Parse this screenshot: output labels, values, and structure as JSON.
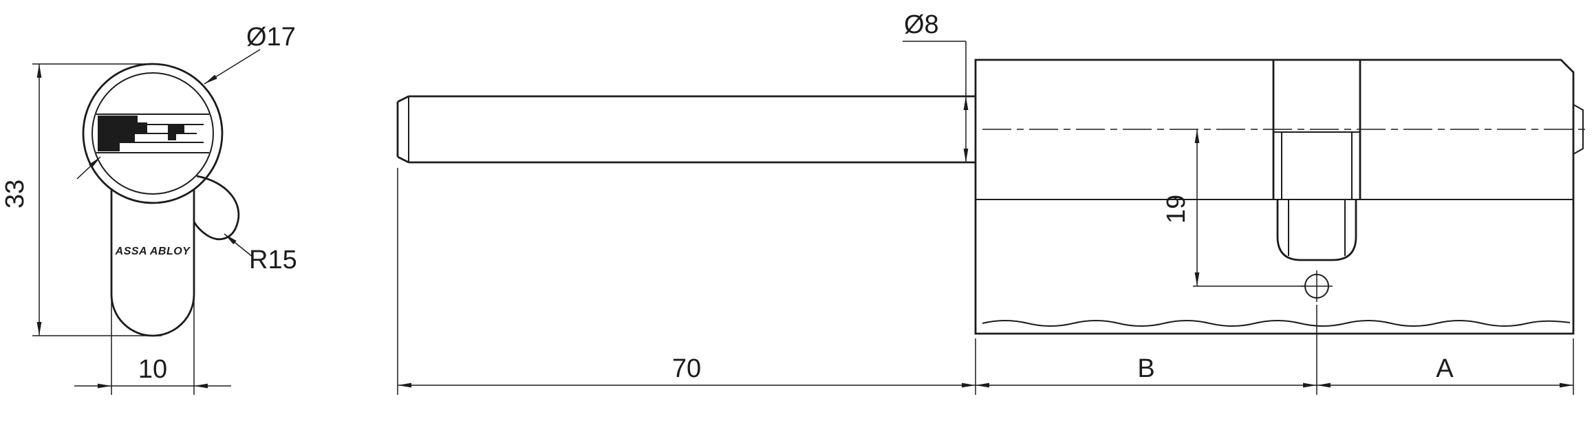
{
  "colors": {
    "line": "#1c1c1c",
    "background": "#ffffff"
  },
  "front_view": {
    "diameter_label": "Ø17",
    "radius_label": "R15",
    "height_label": "33",
    "width_label": "10",
    "brand_label": "ASSA ABLOY"
  },
  "side_view": {
    "rod_diameter_label": "Ø8",
    "rod_length_label": "70",
    "plug_offset_label": "19",
    "section_b_label": "B",
    "section_a_label": "A"
  }
}
